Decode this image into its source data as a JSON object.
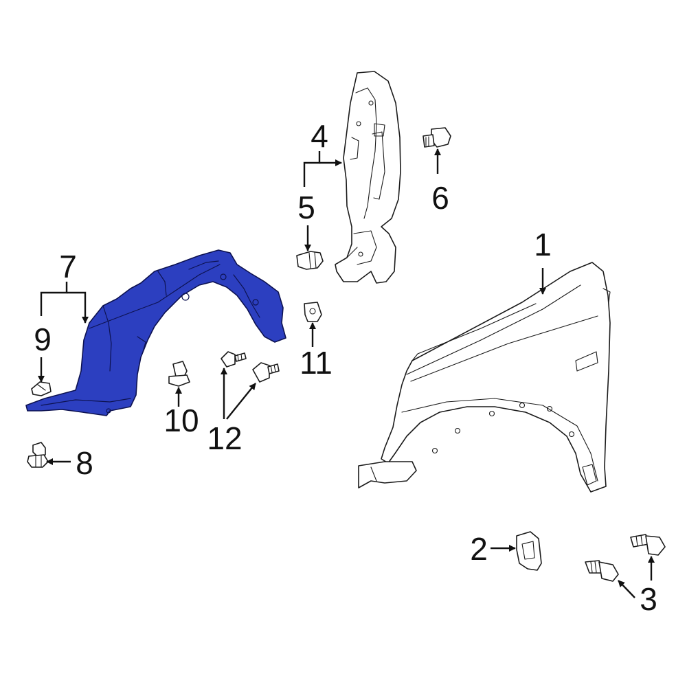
{
  "colors": {
    "highlight_part": "#2c3fc0",
    "line": "#1a1a1a",
    "background": "#ffffff"
  },
  "callouts": {
    "c1": "1",
    "c2": "2",
    "c3": "3",
    "c4": "4",
    "c5": "5",
    "c6": "6",
    "c7": "7",
    "c8": "8",
    "c9": "9",
    "c10": "10",
    "c11": "11",
    "c12": "12"
  }
}
